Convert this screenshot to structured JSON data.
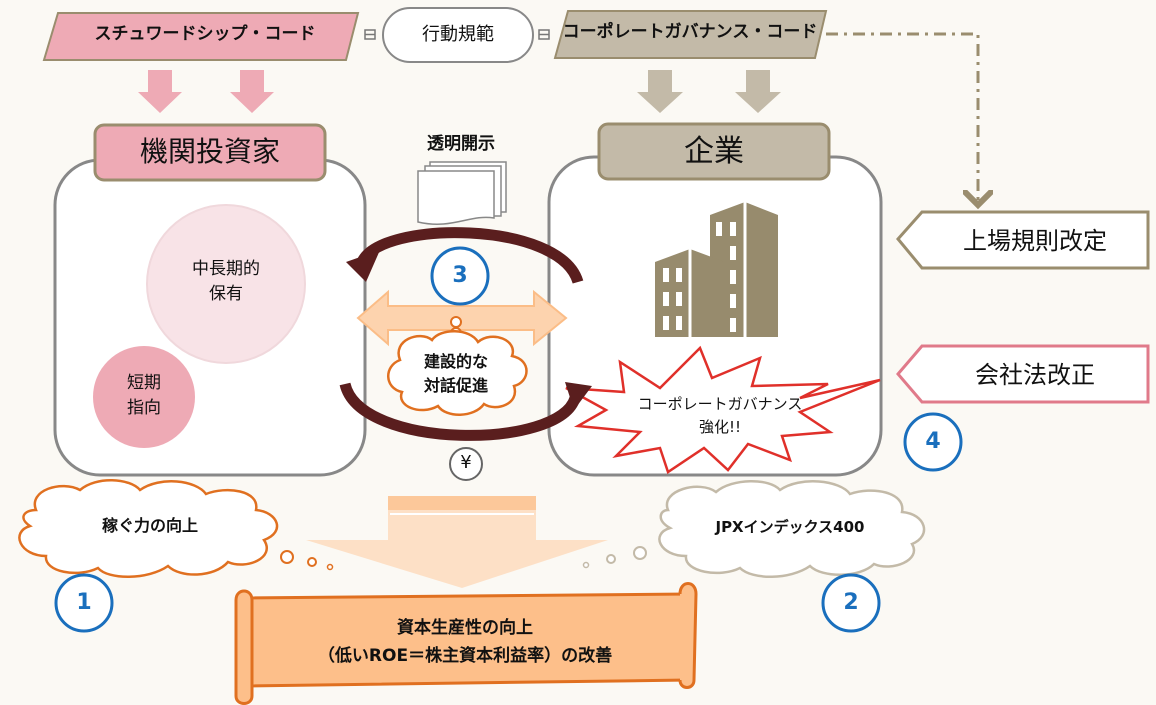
{
  "top": {
    "stewardship_code": "スチュワードシップ・コード",
    "conduct_norm": "行動規範",
    "governance_code": "コーポレートガバナンス・コード"
  },
  "investor": {
    "title": "機関投資家",
    "long_term": [
      "中長期的",
      "保有"
    ],
    "short_term": [
      "短期",
      "指向"
    ]
  },
  "center": {
    "disclosure": "透明開示",
    "number": "3",
    "dialogue": [
      "建設的な",
      "対話促進"
    ],
    "yen": "¥"
  },
  "company": {
    "title": "企業",
    "burst": [
      "コーポレートガバナンス",
      "強化!!"
    ]
  },
  "right": {
    "listing_rules": "上場規則改定",
    "company_law": "会社法改正",
    "number": "4"
  },
  "bottom": {
    "earning_power": "稼ぐ力の向上",
    "number1": "1",
    "jpx_index": "JPXインデックス400",
    "number2": "2",
    "scroll": [
      "資本生産性の向上",
      "（低いROE＝株主資本利益率）の改善"
    ]
  },
  "colors": {
    "pink": "#eeaab5",
    "khaki": "#c3baa8",
    "khaki_border": "#9a8d6e",
    "blue": "#1a6fbd",
    "orange": "#e07020",
    "dark_red": "#5a1e1e",
    "building": "#978b6d"
  }
}
